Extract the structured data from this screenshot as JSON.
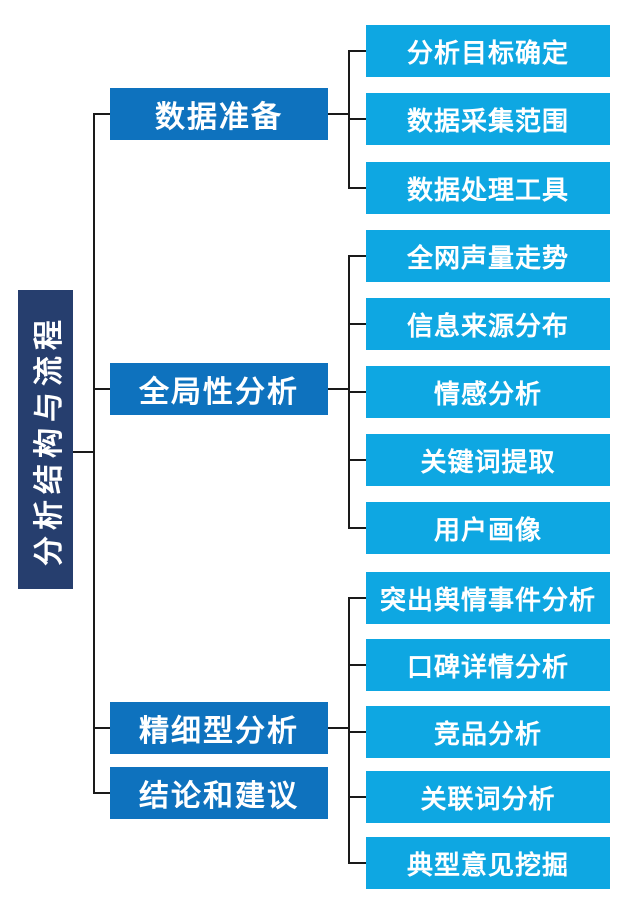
{
  "diagram": {
    "title": "分析结构与流程",
    "root": {
      "label": "分析结构与流程"
    },
    "branches": [
      {
        "label": "数据准备",
        "children": [
          "分析目标确定",
          "数据采集范围",
          "数据处理工具"
        ]
      },
      {
        "label": "全局性分析",
        "children": [
          "全网声量走势",
          "信息来源分布",
          "情感分析",
          "关键词提取",
          "用户画像"
        ]
      },
      {
        "label": "精细型分析",
        "children": [
          "突出舆情事件分析",
          "口碑详情分析",
          "竞品分析",
          "关联词分析",
          "典型意见挖掘"
        ]
      },
      {
        "label": "结论和建议",
        "children": []
      }
    ],
    "colors": {
      "root_fill": "#263E6E",
      "branch_fill": "#0E72BE",
      "leaf_fill": "#0EA7E2",
      "connector": "#1A1A1A",
      "text": "#FFFFFF"
    }
  }
}
